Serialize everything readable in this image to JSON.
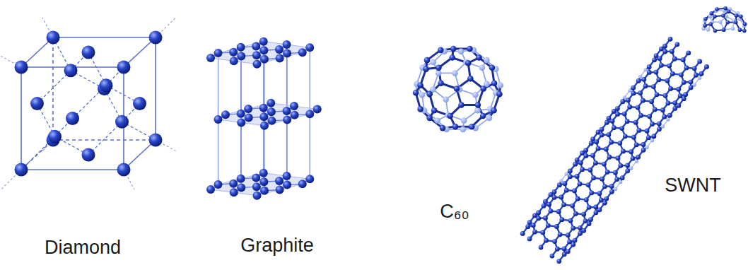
{
  "diagram": {
    "labels": [
      "Diamond",
      "Graphite",
      "C₆₀",
      "SWNT"
    ]
  }
}
